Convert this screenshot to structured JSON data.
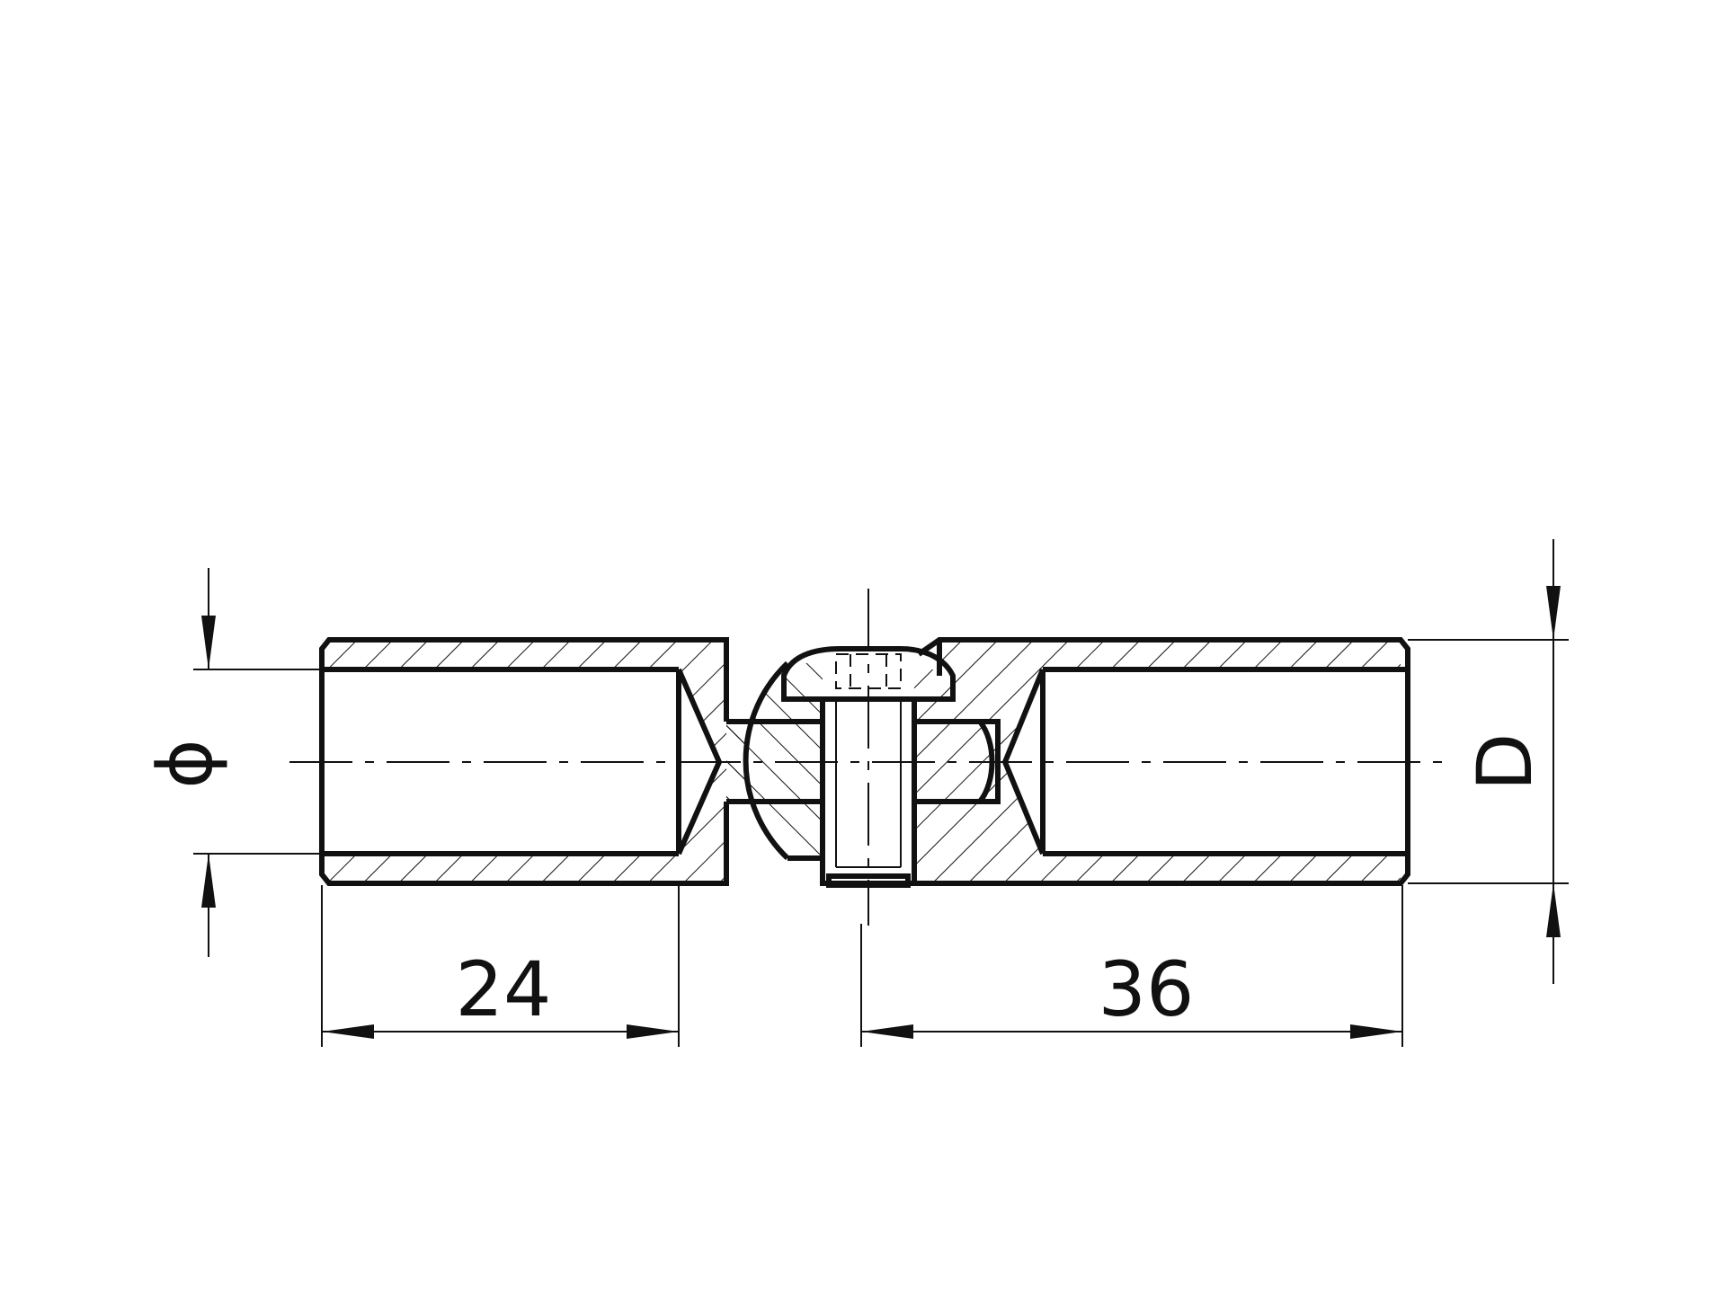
{
  "drawing": {
    "left_length_dim": "24",
    "right_length_dim": "36",
    "diameter_symbol": "ϕ",
    "right_diameter_dim": "D"
  },
  "colors": {
    "line": "#111111",
    "background": "#ffffff"
  }
}
